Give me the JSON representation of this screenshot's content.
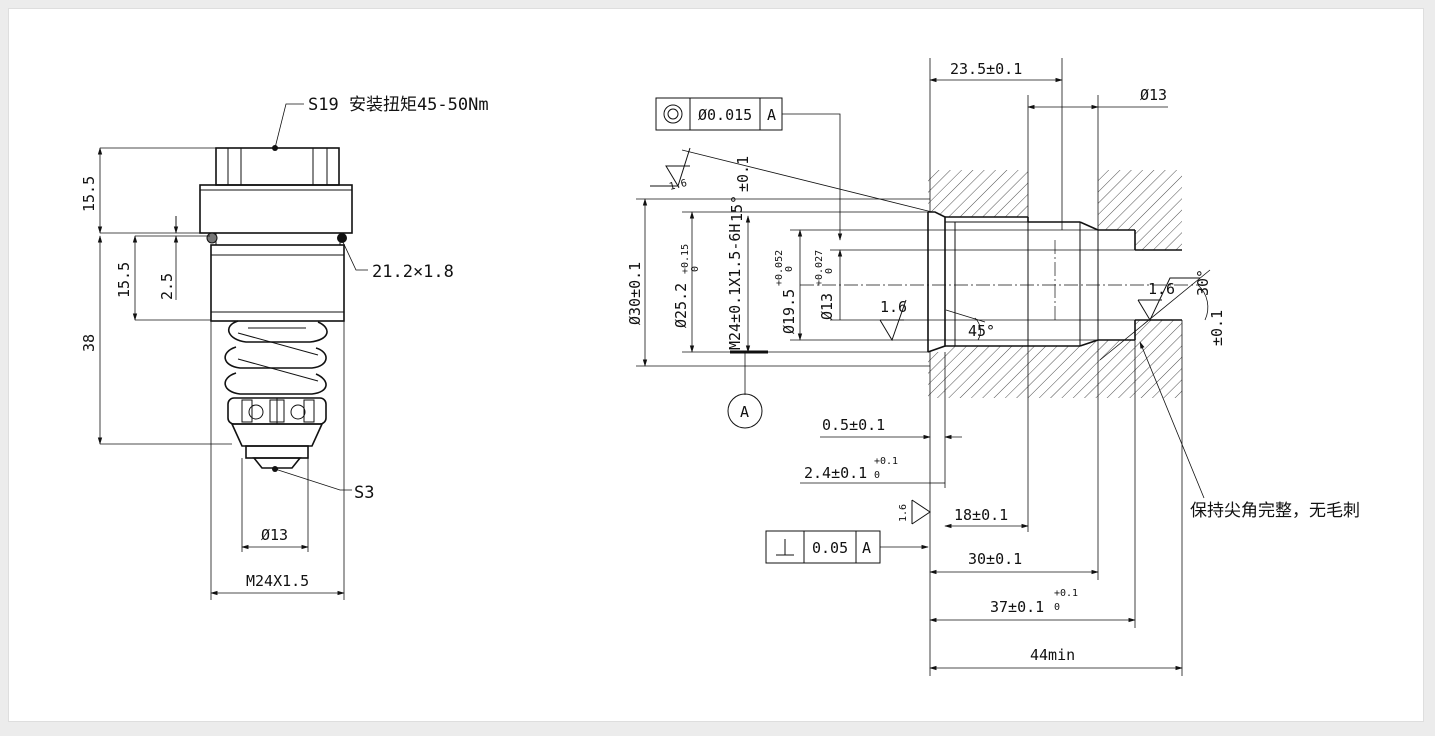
{
  "left_view": {
    "callout_top": "S19 安装扭矩45-50Nm",
    "callout_oring": "21.2×1.8",
    "callout_bottom": "S3",
    "dim_top_height": "15.5",
    "dim_mid_height": "15.5",
    "dim_gap": "2.5",
    "dim_total": "38",
    "dim_tip_dia": "Ø13",
    "dim_thread": "M24X1.5"
  },
  "right_view": {
    "fcf_concentricity": {
      "symbol": "◎",
      "tol": "Ø0.015",
      "datum": "A"
    },
    "fcf_perpendicularity": {
      "symbol": "⊥",
      "tol": "0.05",
      "datum": "A"
    },
    "datum_label": "A",
    "dim_23_5": "23.5±0.1",
    "dim_d13_top": "Ø13",
    "angle_15": "15°",
    "angle_15_tol": "±0.1",
    "dim_d30": "Ø30±0.1",
    "dim_d25_2": "Ø25.2",
    "dim_d25_2_upper": "+0.15",
    "dim_d25_2_lower": "0",
    "dim_thread": "M24±0.1X1.5-6H",
    "dim_d19_5": "Ø19.5",
    "dim_d19_5_upper": "+0.052",
    "dim_d19_5_lower": "0",
    "dim_d13": "Ø13",
    "dim_d13_upper": "+0.027",
    "dim_d13_lower": "0",
    "rough_1": "1.6",
    "rough_2": "1.6",
    "rough_3": "1.6",
    "rough_4": "1.6",
    "angle_45": "45°",
    "angle_30": "30°",
    "angle_30_tol": "±0.1",
    "dim_0_5": "0.5±0.1",
    "dim_2_4": "2.4±0.1",
    "dim_2_4_upper": "+0.1",
    "dim_2_4_lower": "0",
    "dim_18": "18±0.1",
    "dim_30": "30±0.1",
    "dim_37": "37±0.1",
    "dim_37_upper": "+0.1",
    "dim_37_lower": "0",
    "dim_44": "44min",
    "note_edge": "保持尖角完整，无毛刺"
  }
}
